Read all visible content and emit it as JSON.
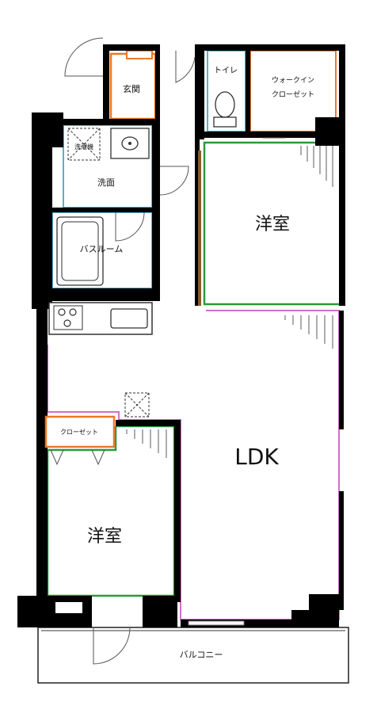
{
  "rooms": {
    "entrance": "玄関",
    "toilet": "トイレ",
    "walk_in_closet_line1": "ウォークイン",
    "walk_in_closet_line2": "クローゼット",
    "washroom": "洗面",
    "washer": "洗濯機",
    "bathroom": "バスルーム",
    "bedroom_upper": "洋室",
    "ldk": "LDK",
    "closet": "クローゼット",
    "bedroom_lower": "洋室",
    "balcony": "バルコニー"
  },
  "colors": {
    "wall": "#000000",
    "entrance_floor": "#e87a2a",
    "wet_area_outline": "#5ab0c8",
    "bedroom_outline": "#2a9a3a",
    "ldk_outline": "#d070c8",
    "closet_fill": "#e87a2a"
  },
  "icons": {
    "stove": "stove-burners-icon",
    "sink": "sink-icon",
    "toilet": "toilet-bowl-icon",
    "bathtub": "bathtub-icon"
  }
}
